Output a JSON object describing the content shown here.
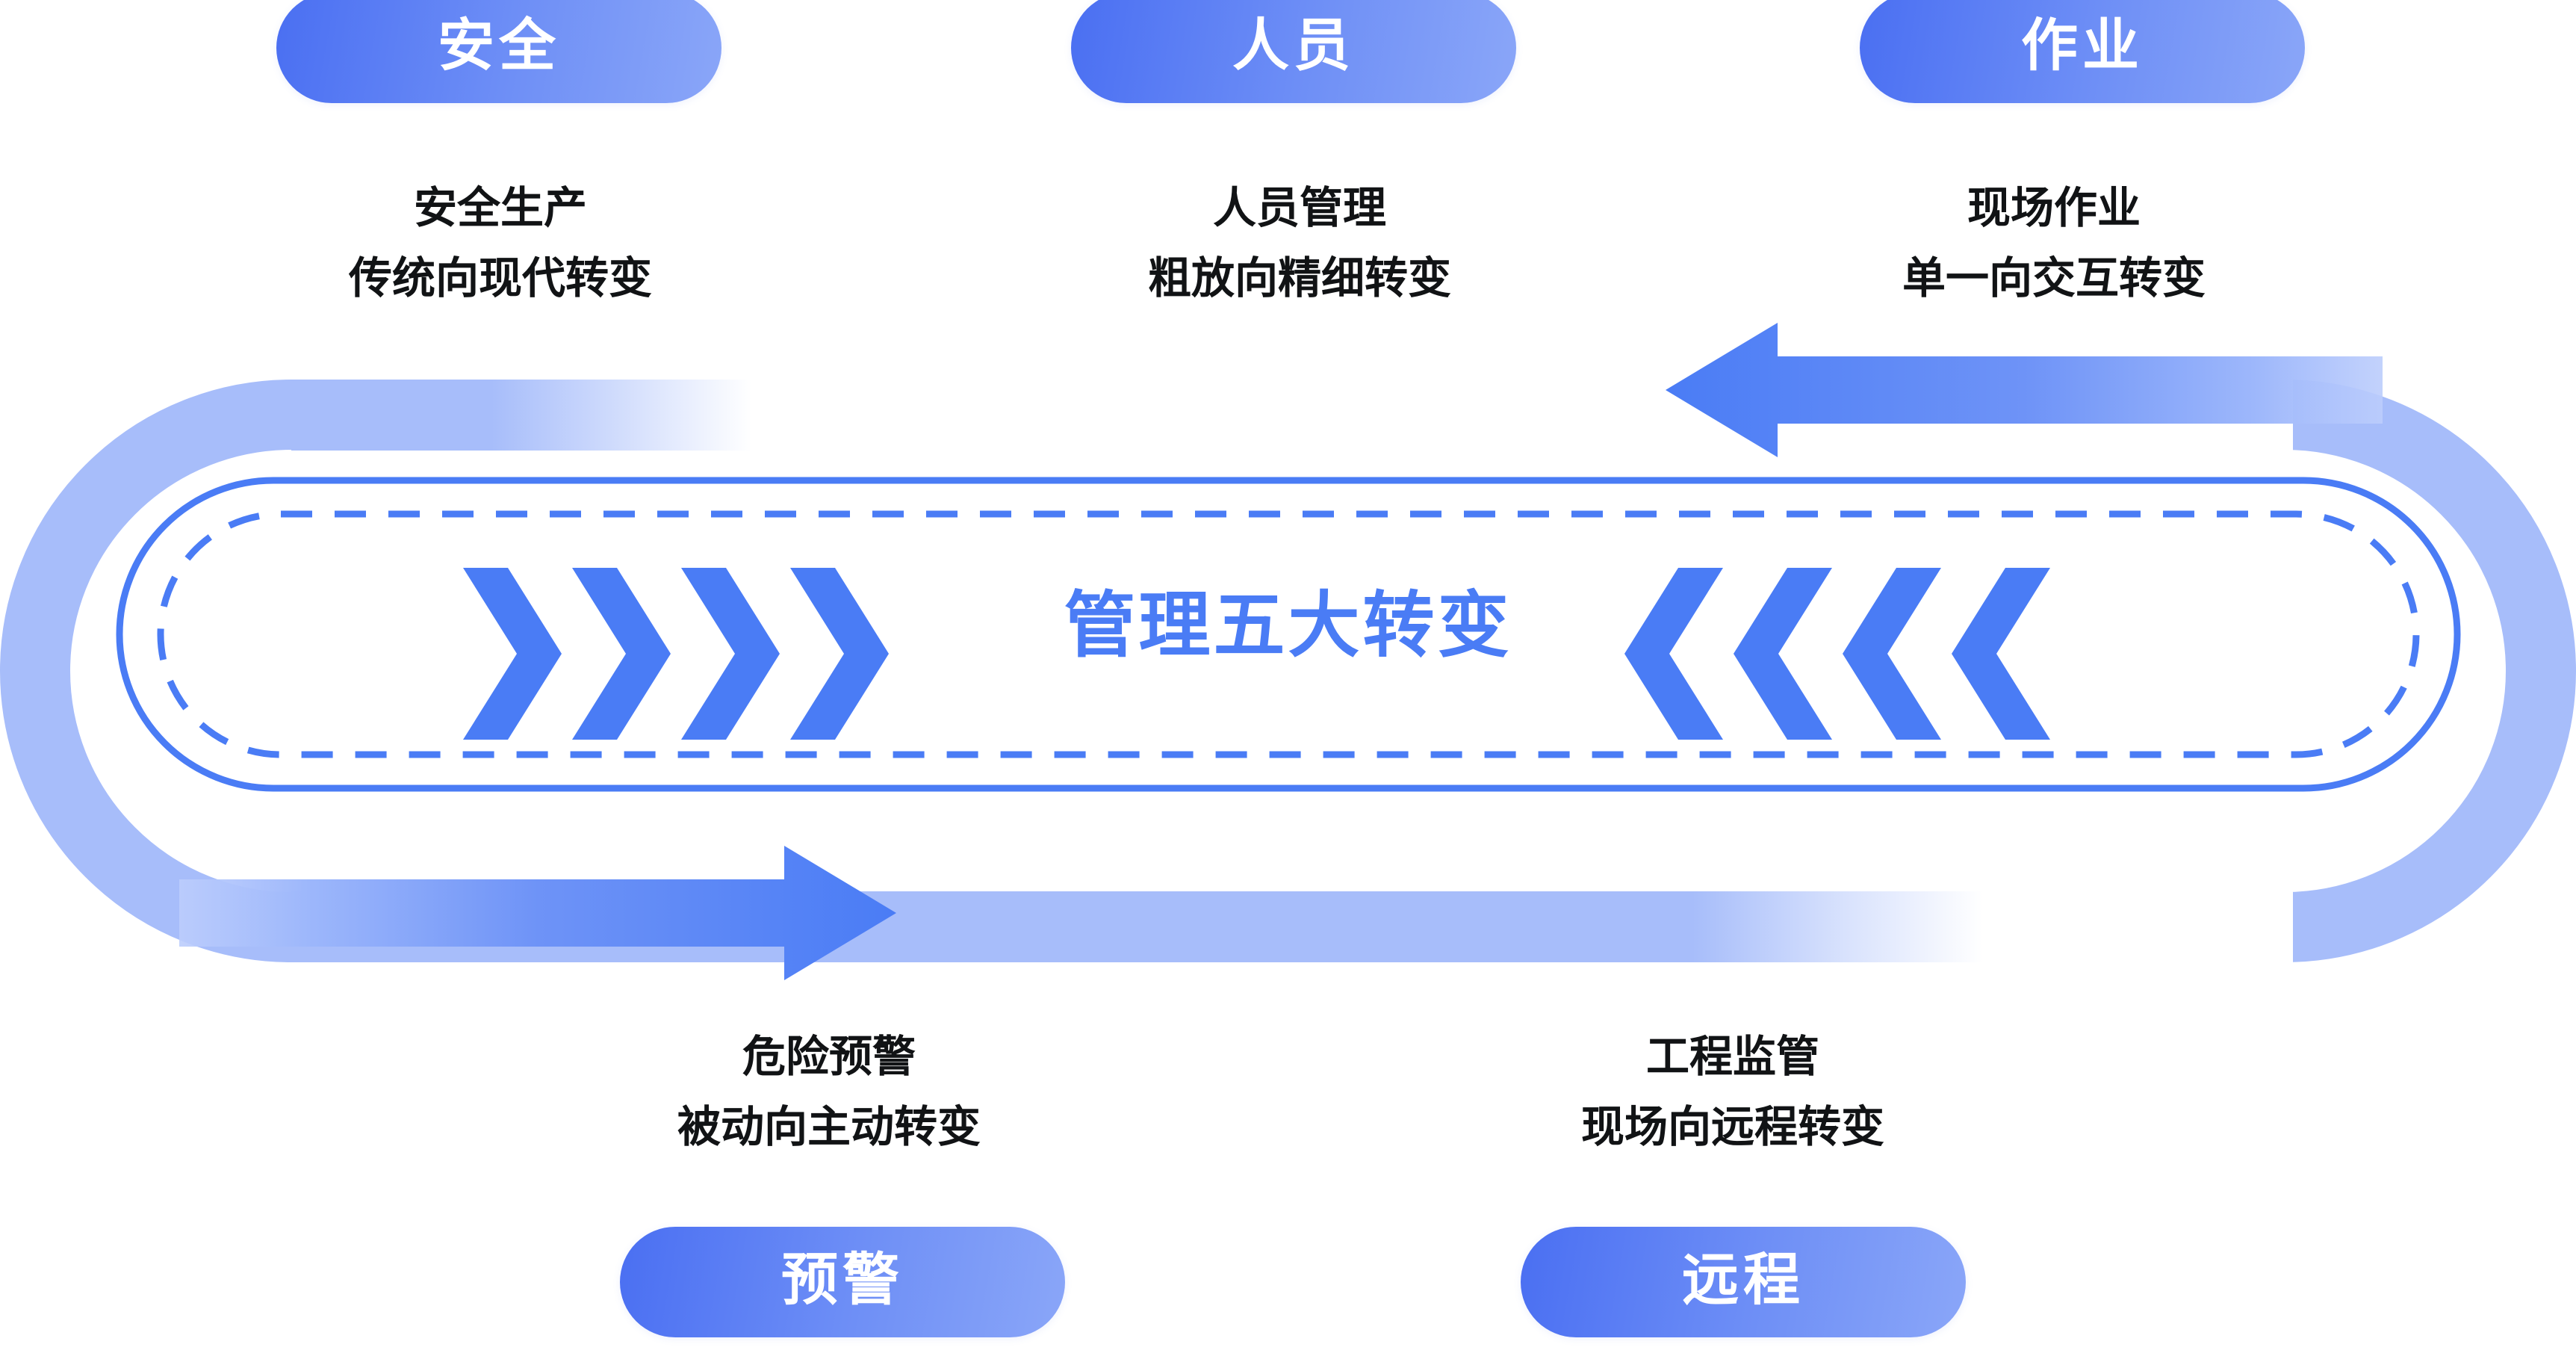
{
  "diagram": {
    "center_label": "管理五大转变",
    "accent_color": "#4a7cf5",
    "pill_gradient_from": "#4a6ff2",
    "pill_gradient_to": "#8aa6f8",
    "track_color": "#a7bdfa",
    "caption_color": "#111315"
  },
  "pills": {
    "safety": "安全",
    "people": "人员",
    "work": "作业",
    "warning": "预警",
    "remote": "远程"
  },
  "captions": {
    "safety": {
      "title": "安全生产",
      "subtitle": "传统向现代转变"
    },
    "people": {
      "title": "人员管理",
      "subtitle": "粗放向精细转变"
    },
    "work": {
      "title": "现场作业",
      "subtitle": "单一向交互转变"
    },
    "warning": {
      "title": "危险预警",
      "subtitle": "被动向主动转变"
    },
    "remote": {
      "title": "工程监管",
      "subtitle": "现场向远程转变"
    }
  },
  "arrows": {
    "top": "arrow-left",
    "bottom": "arrow-right",
    "chevrons_left_count": 4,
    "chevrons_right_count": 4,
    "chevrons_left_direction": "right",
    "chevrons_right_direction": "left"
  }
}
